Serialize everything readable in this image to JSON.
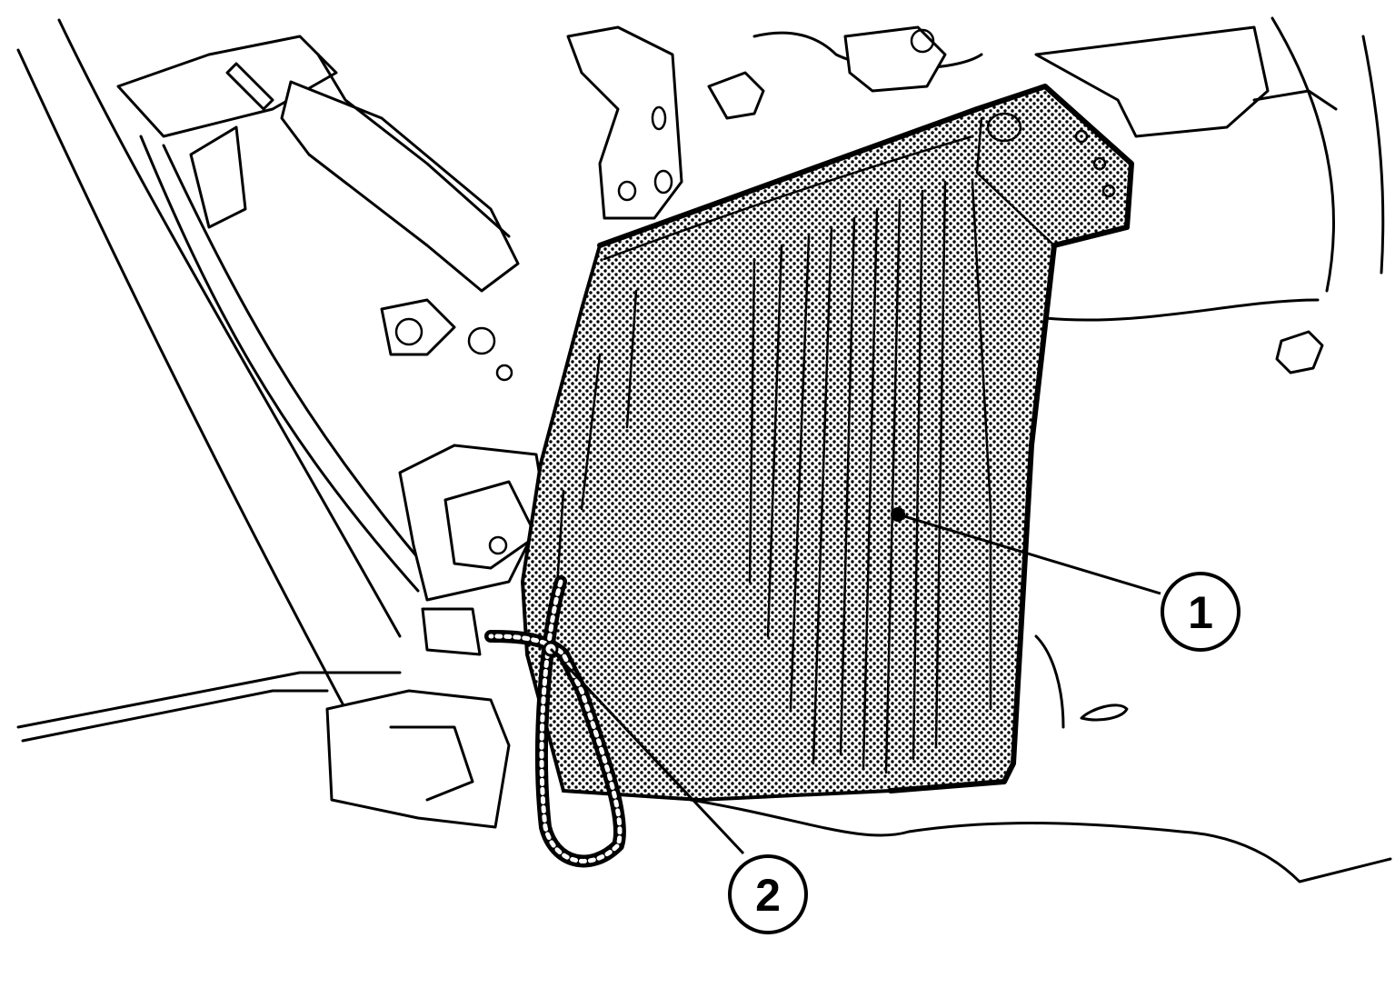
{
  "callouts": [
    {
      "id": "1",
      "label": "1"
    },
    {
      "id": "2",
      "label": "2"
    }
  ],
  "colors": {
    "line": "#000000",
    "background": "#ffffff",
    "dot_fill": "#555555"
  }
}
